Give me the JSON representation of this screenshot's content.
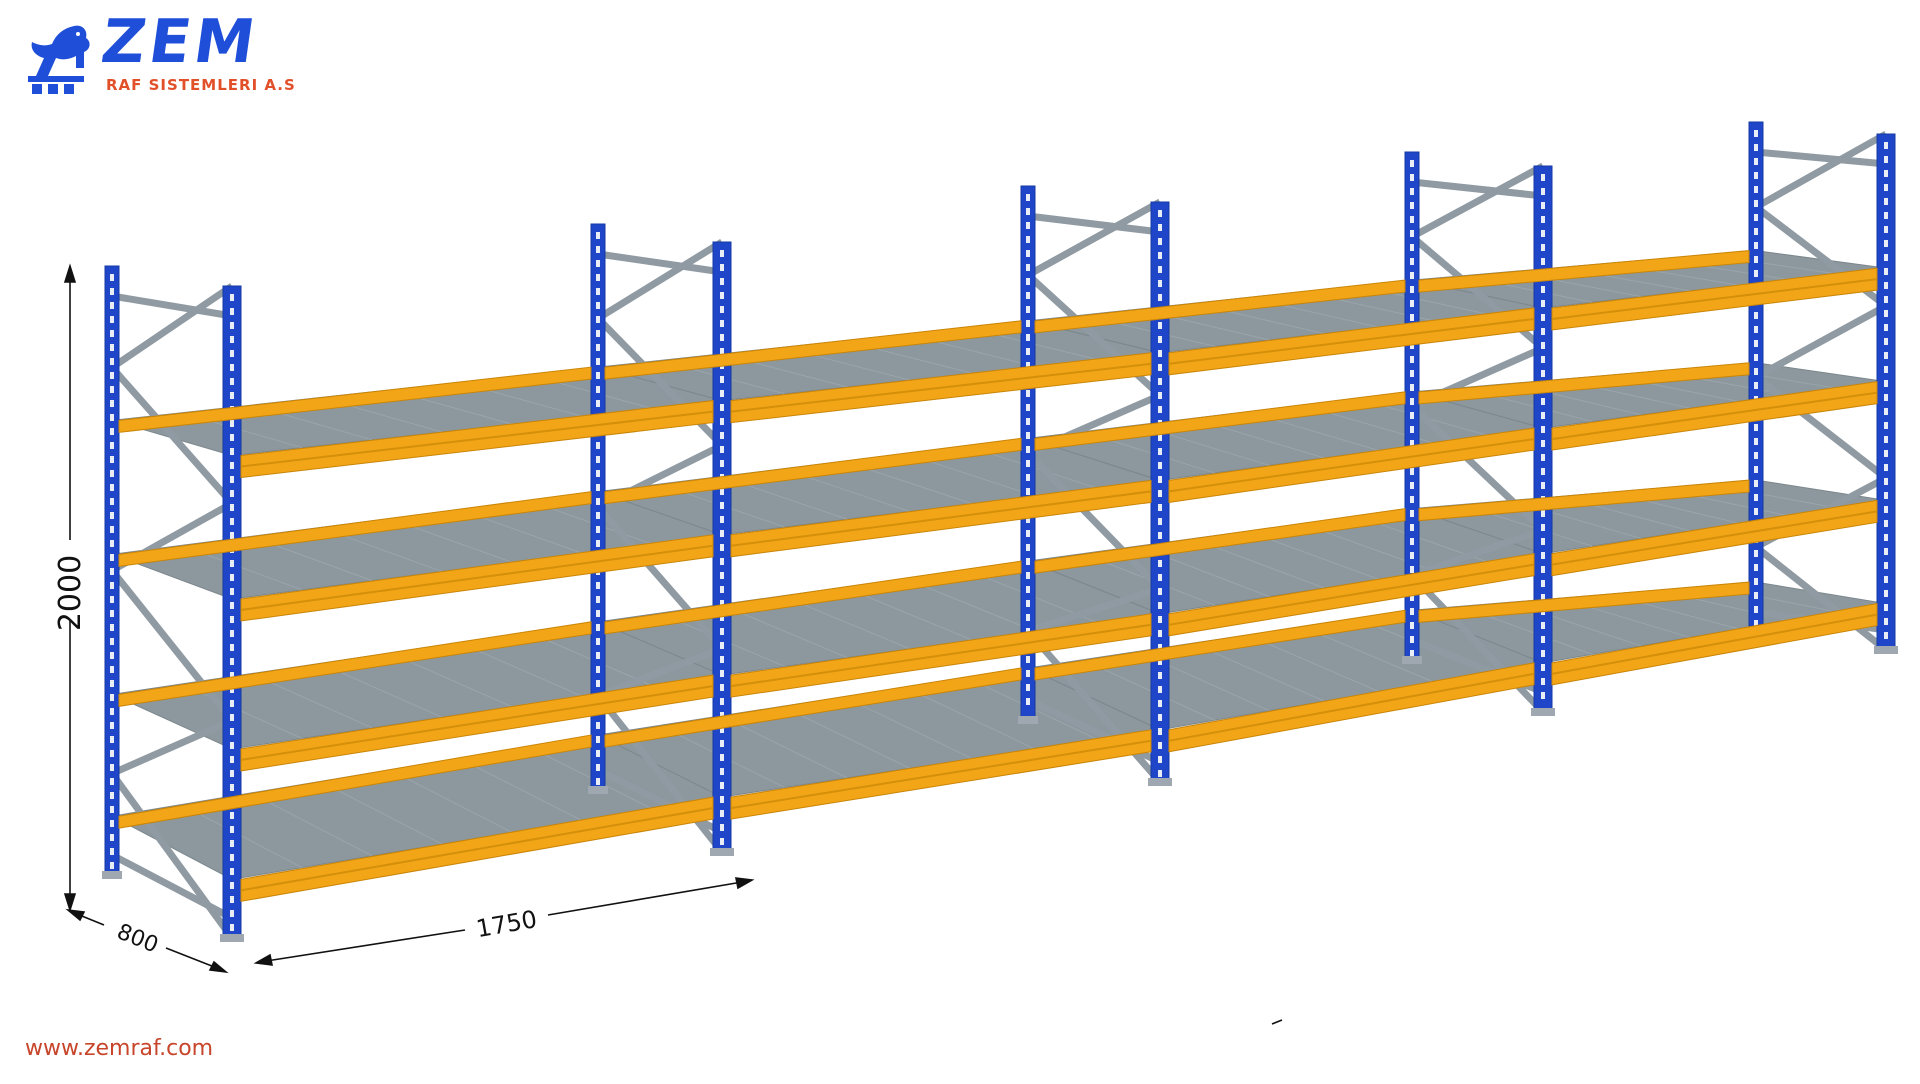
{
  "brand": {
    "name": "ZEM",
    "subtitle": "RAF SISTEMLERI A.S",
    "icon": "lion-logo-icon",
    "name_color": "#1f4fd8",
    "subtitle_color": "#e2502a"
  },
  "dimensions": {
    "height": "2000",
    "depth": "800",
    "width": "1750"
  },
  "website": "www.zemraf.com",
  "colors": {
    "upright": "#1f46c8",
    "beam": "#f2a516",
    "deck": "#8c989e",
    "brace": "#8f9aa3"
  },
  "rack": {
    "bays": 4,
    "levels": 4
  }
}
